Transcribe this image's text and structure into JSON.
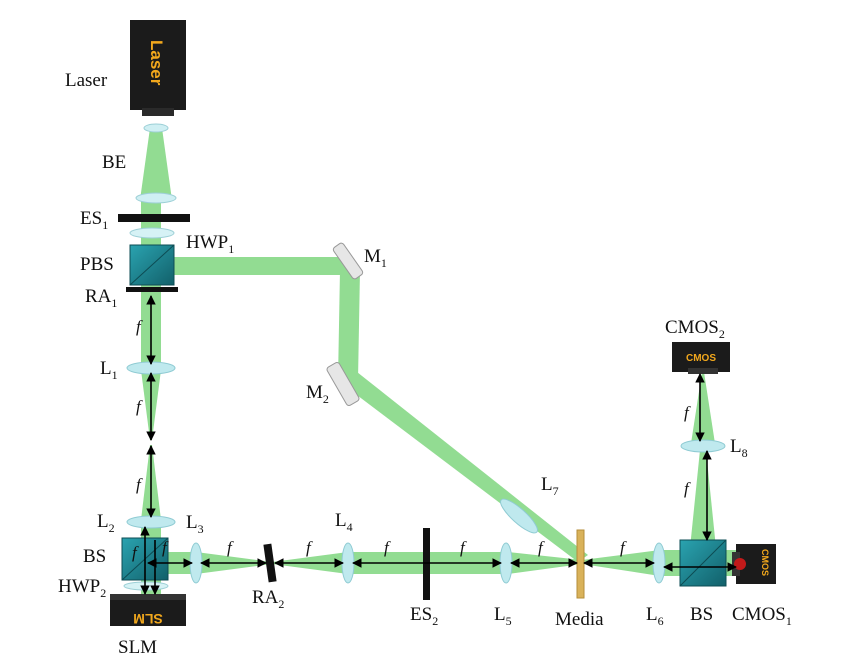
{
  "diagram": {
    "colors": {
      "beam": "#7fd67f",
      "beam_dark": "#5cc65c",
      "lens": "#bfe9ee",
      "cube": "#1e8b98",
      "device": "#1b1b1b",
      "device_text": "#f2a81d",
      "media": "#d9b25a",
      "arrow": "#000000"
    },
    "device_text": {
      "laser": "Laser",
      "slm": "SLM",
      "cmos": "CMOS"
    },
    "labels": {
      "laser": "Laser",
      "be": "BE",
      "es1_main": "ES",
      "es1_sub": "1",
      "hwp1_main": "HWP",
      "hwp1_sub": "1",
      "pbs": "PBS",
      "ra1_main": "RA",
      "ra1_sub": "1",
      "m1_main": "M",
      "m1_sub": "1",
      "m2_main": "M",
      "m2_sub": "2",
      "l1_main": "L",
      "l1_sub": "1",
      "l2_main": "L",
      "l2_sub": "2",
      "l3_main": "L",
      "l3_sub": "3",
      "l4_main": "L",
      "l4_sub": "4",
      "l5_main": "L",
      "l5_sub": "5",
      "l6_main": "L",
      "l6_sub": "6",
      "l7_main": "L",
      "l7_sub": "7",
      "l8_main": "L",
      "l8_sub": "8",
      "bs_left": "BS",
      "bs_right": "BS",
      "hwp2_main": "HWP",
      "hwp2_sub": "2",
      "slm": "SLM",
      "ra2_main": "RA",
      "ra2_sub": "2",
      "es2_main": "ES",
      "es2_sub": "2",
      "media": "Media",
      "cmos1_main": "CMOS",
      "cmos1_sub": "1",
      "cmos2_main": "CMOS",
      "cmos2_sub": "2",
      "focal": "f"
    }
  }
}
